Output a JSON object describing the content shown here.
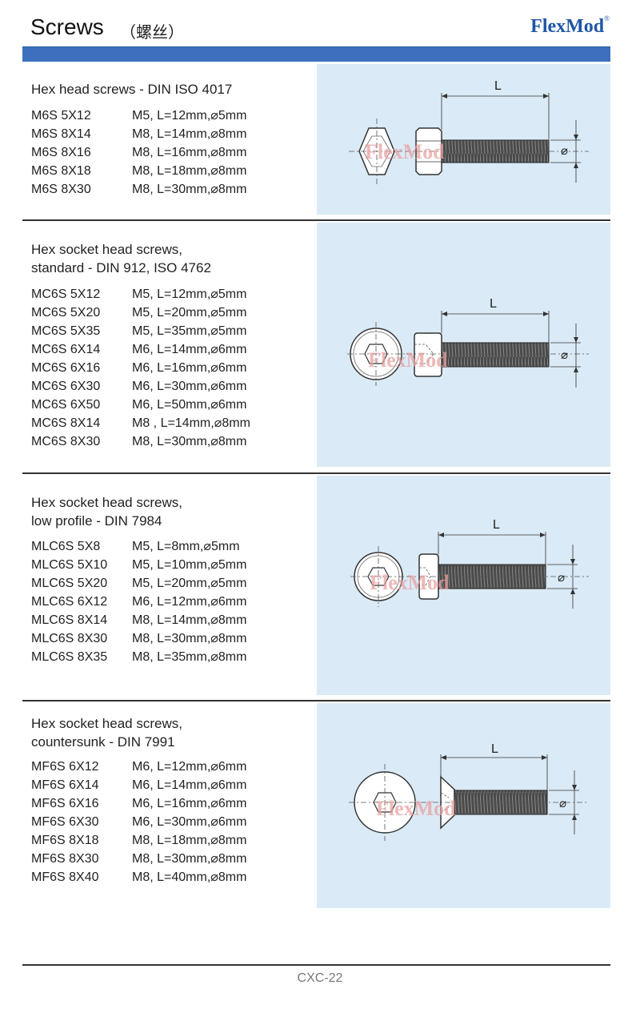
{
  "header": {
    "title": "Screws",
    "title_cn": "（螺丝）",
    "brand": "FlexMod",
    "brand_mark": "®"
  },
  "watermark": "FlexMod",
  "dimension_label": "L",
  "diameter_symbol": "⌀",
  "sections": [
    {
      "title_lines": [
        "Hex head screws - DIN ISO 4017"
      ],
      "items": [
        {
          "code": "M6S 5X12",
          "spec": "M5, L=12mm,⌀5mm"
        },
        {
          "code": "M6S 8X14",
          "spec": "M8, L=14mm,⌀8mm"
        },
        {
          "code": "M6S 8X16",
          "spec": "M8, L=16mm,⌀8mm"
        },
        {
          "code": "M6S 8X18",
          "spec": "M8, L=18mm,⌀8mm"
        },
        {
          "code": "M6S 8X30",
          "spec": "M8, L=30mm,⌀8mm"
        }
      ]
    },
    {
      "title_lines": [
        "Hex socket head screws,",
        "standard - DIN 912, ISO 4762"
      ],
      "items": [
        {
          "code": "MC6S 5X12",
          "spec": "M5, L=12mm,⌀5mm"
        },
        {
          "code": "MC6S 5X20",
          "spec": "M5, L=20mm,⌀5mm"
        },
        {
          "code": "MC6S 5X35",
          "spec": "M5, L=35mm,⌀5mm"
        },
        {
          "code": "MC6S 6X14",
          "spec": "M6, L=14mm,⌀6mm"
        },
        {
          "code": "MC6S 6X16",
          "spec": "M6, L=16mm,⌀6mm"
        },
        {
          "code": "MC6S 6X30",
          "spec": "M6, L=30mm,⌀6mm"
        },
        {
          "code": "MC6S 6X50",
          "spec": "M6, L=50mm,⌀6mm"
        },
        {
          "code": "MC6S 8X14",
          "spec": "M8 , L=14mm,⌀8mm"
        },
        {
          "code": "MC6S 8X30",
          "spec": "M8, L=30mm,⌀8mm"
        }
      ]
    },
    {
      "title_lines": [
        "Hex socket head screws,",
        "low profile - DIN 7984"
      ],
      "items": [
        {
          "code": "MLC6S 5X8",
          "spec": "M5, L=8mm,⌀5mm"
        },
        {
          "code": "MLC6S 5X10",
          "spec": "M5, L=10mm,⌀5mm"
        },
        {
          "code": "MLC6S 5X20",
          "spec": "M5, L=20mm,⌀5mm"
        },
        {
          "code": "MLC6S 6X12",
          "spec": "M6, L=12mm,⌀6mm"
        },
        {
          "code": "MLC6S 8X14",
          "spec": "M8, L=14mm,⌀8mm"
        },
        {
          "code": "MLC6S 8X30",
          "spec": "M8, L=30mm,⌀8mm"
        },
        {
          "code": "MLC6S 8X35",
          "spec": "M8, L=35mm,⌀8mm"
        }
      ]
    },
    {
      "title_lines": [
        "Hex socket head screws,",
        "countersunk - DIN 7991"
      ],
      "items": [
        {
          "code": "MF6S 6X12",
          "spec": "M6, L=12mm,⌀6mm"
        },
        {
          "code": "MF6S 6X14",
          "spec": "M6, L=14mm,⌀6mm"
        },
        {
          "code": "MF6S 6X16",
          "spec": "M6, L=16mm,⌀6mm"
        },
        {
          "code": "MF6S 6X30",
          "spec": "M6, L=30mm,⌀6mm"
        },
        {
          "code": "MF6S 8X18",
          "spec": "M8, L=18mm,⌀8mm"
        },
        {
          "code": "MF6S 8X30",
          "spec": "M8, L=30mm,⌀8mm"
        },
        {
          "code": "MF6S 8X40",
          "spec": "M8, L=40mm,⌀8mm"
        }
      ]
    }
  ],
  "footer": {
    "page": "CXC-22"
  },
  "colors": {
    "accent_bar": "#3d6fbf",
    "brand": "#1f56a6",
    "panel": "#daeaf6",
    "watermark": "#e8a0a0"
  }
}
